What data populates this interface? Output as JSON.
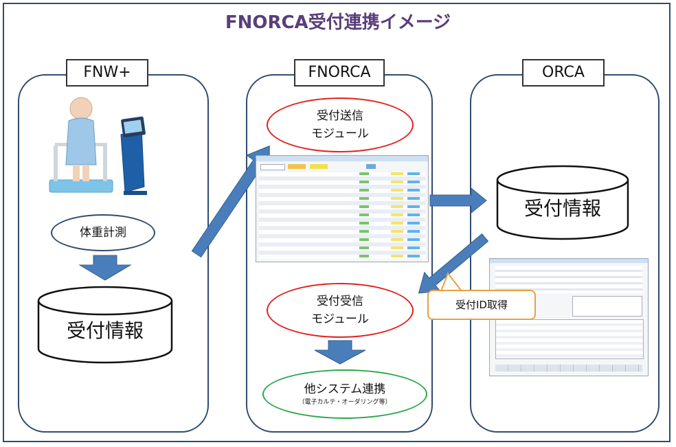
{
  "title": {
    "highlight": "FNORCA",
    "rest": "受付連携イメージ"
  },
  "columns": {
    "left": {
      "label": "FNW+",
      "measure": "体重計測",
      "db": "受付情報"
    },
    "center": {
      "label": "FNORCA",
      "send_module": [
        "受付送信",
        "モジュール"
      ],
      "recv_module": [
        "受付受信",
        "モジュール"
      ],
      "other_system": "他システム連携",
      "other_system_note": "（電子カルテ・オーダリング等）"
    },
    "right": {
      "label": "ORCA",
      "db": "受付情報",
      "callout": "受付ID取得"
    }
  },
  "colors": {
    "frame": "#2f4b6e",
    "arrow": "#4a7ebb",
    "title": "#5a3e7a",
    "red": "#e0201e",
    "green": "#2aa84a",
    "callout": "#e8a040"
  }
}
